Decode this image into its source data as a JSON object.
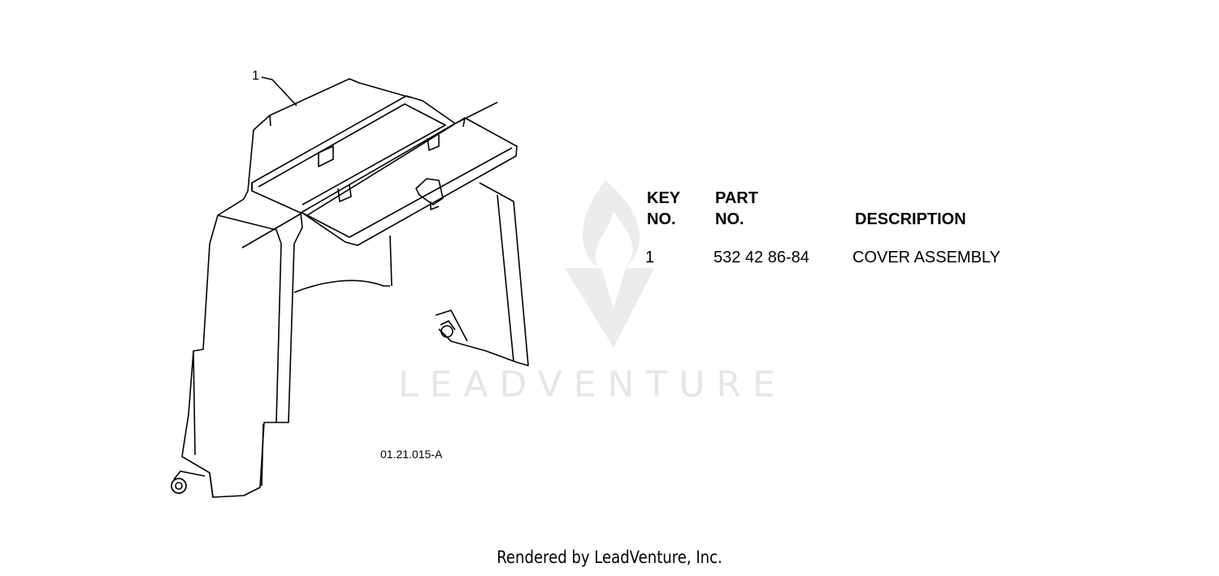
{
  "diagram": {
    "callout_label": "1",
    "figure_id": "01.21.015-A"
  },
  "watermark": {
    "text": "LEADVENTURE"
  },
  "parts_table": {
    "headers": {
      "key_top": "KEY",
      "key_bottom": "NO.",
      "part_top": "PART",
      "part_bottom": "NO.",
      "description": "DESCRIPTION"
    },
    "rows": [
      {
        "key": "1",
        "part_no": "532 42 86-84",
        "description": "COVER ASSEMBLY"
      }
    ]
  },
  "footer": {
    "text": "Rendered by LeadVenture, Inc."
  }
}
